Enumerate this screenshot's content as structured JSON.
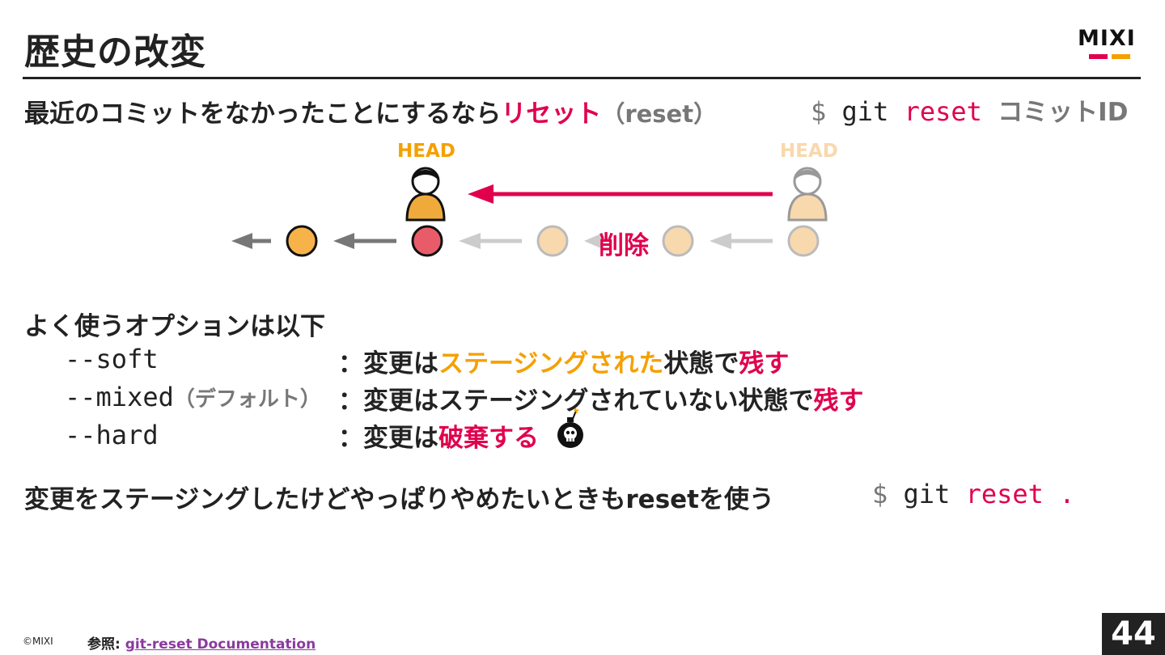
{
  "title": "歴史の改変",
  "logo": {
    "text": "MIXI",
    "colors": [
      "#e0004e",
      "#f5a000"
    ]
  },
  "line1": {
    "prefix": "最近のコミットをなかったことにするなら",
    "highlight": "リセット",
    "suffix": "（reset）"
  },
  "command1": {
    "dollar": "$",
    "git": "git",
    "reset": "reset",
    "arg": "コミットID"
  },
  "diagram": {
    "head_current": "HEAD",
    "head_previous": "HEAD",
    "delete_label": "削除",
    "colors": {
      "active": "#e0004e",
      "orange": "#f5a000",
      "faded": "#f8d8ad",
      "commit_red": "#e85c6a",
      "commit_orange": "#f7b24a"
    }
  },
  "options_heading": "よく使うオプションは以下",
  "options": [
    {
      "flag": "--soft",
      "note": "",
      "colon": "：",
      "desc_a": "変更は",
      "desc_hl": "ステージングされた",
      "desc_b": "状態で",
      "desc_end": "残す"
    },
    {
      "flag": "--mixed",
      "note": "（デフォルト）",
      "colon": "：",
      "desc_a": "変更はステージングされていない状態で",
      "desc_end": "残す"
    },
    {
      "flag": "--hard",
      "note": "",
      "colon": "：",
      "desc_a": "変更は",
      "desc_end": "破棄する",
      "icon": "bomb-icon"
    }
  ],
  "line_bottom": "変更をステージングしたけどやっぱりやめたいときもresetを使う",
  "command2": {
    "dollar": "$",
    "git": "git",
    "reset": "reset",
    "arg": "."
  },
  "footer": {
    "copyright": "©MIXI",
    "ref_label": "参照:",
    "ref_link": "git-reset Documentation",
    "page_number": "44"
  }
}
